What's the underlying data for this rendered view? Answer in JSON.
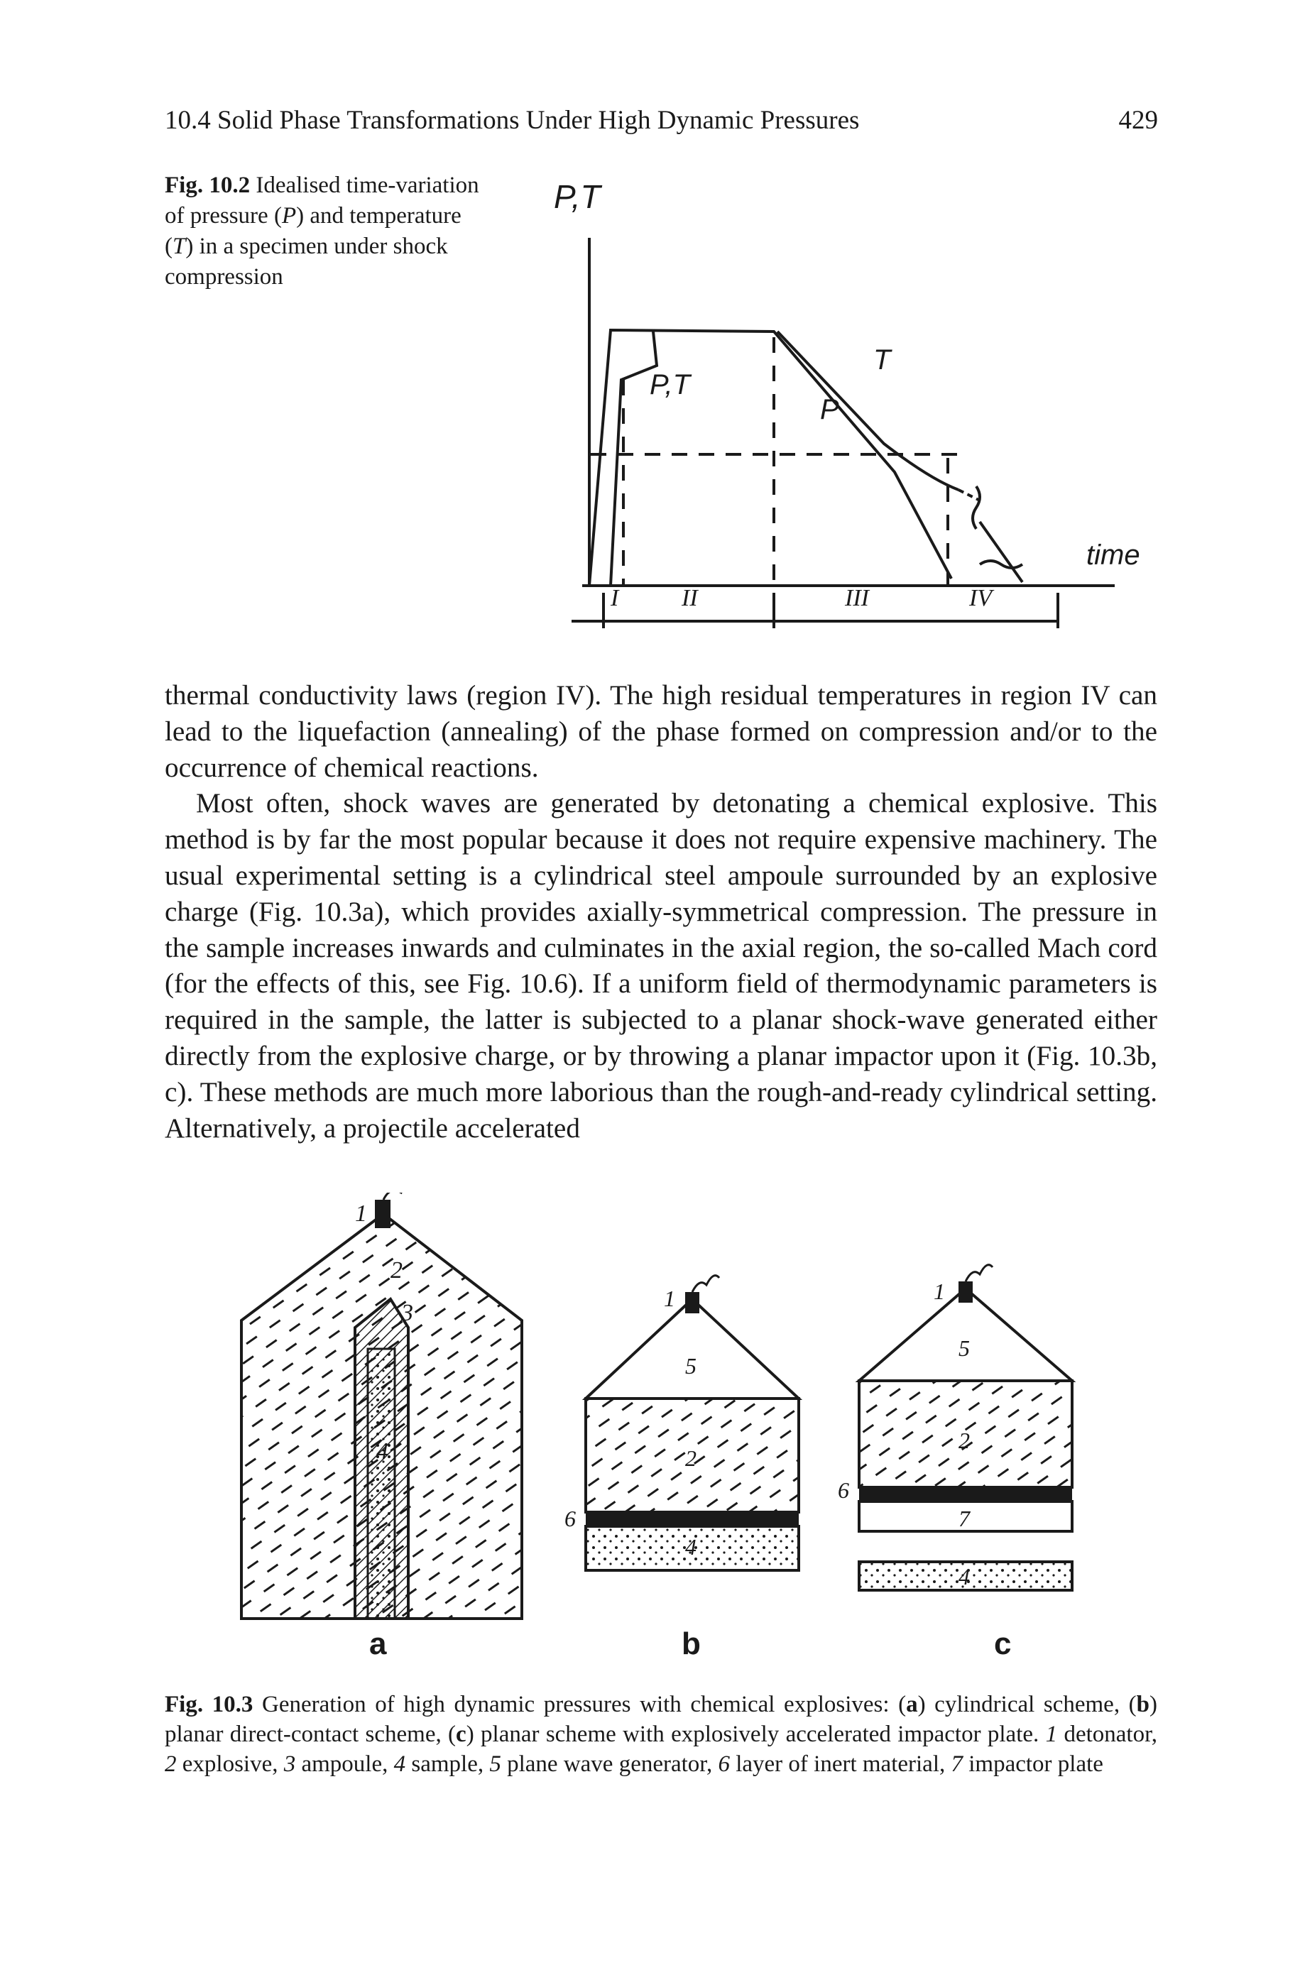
{
  "header": {
    "running_title": "10.4 Solid Phase Transformations Under High Dynamic Pressures",
    "page_number": "429"
  },
  "figure_10_2": {
    "label": "Fig. 10.2",
    "caption_parts": [
      "Idealised time-variation of pressure (",
      "P",
      ") and temperature (",
      "T",
      ") in a specimen under shock compression"
    ],
    "axis_y_label": "P,T",
    "axis_x_label": "time",
    "curve_labels": {
      "pt": "P,T",
      "p": "P",
      "t": "T"
    },
    "region_labels": [
      "I",
      "II",
      "III",
      "IV"
    ]
  },
  "body": {
    "paragraph_1": "thermal conductivity laws (region IV). The high residual temperatures in region IV can lead to the liquefaction (annealing) of the phase formed on compression and/or to the occurrence of chemical reactions.",
    "paragraph_2": "Most often, shock waves are generated by detonating a chemical explosive. This method is by far the most popular because it does not require expensive machinery. The usual experimental setting is a cylindrical steel ampoule surrounded by an explosive charge (Fig. 10.3a), which provides axially-symmetrical compression. The pressure in the sample increases inwards and culminates in the axial region, the so-called Mach cord (for the effects of this, see Fig. 10.6). If a uniform field of thermodynamic parameters is required in the sample, the latter is subjected to a planar shock-wave generated either directly from the explosive charge, or by throwing a planar impactor upon it (Fig. 10.3b, c). These methods are much more laborious than the rough-and-ready cylindrical setting. Alternatively, a projectile accelerated"
  },
  "figure_10_3": {
    "panel_letters": [
      "a",
      "b",
      "c"
    ],
    "panel_a_numbers": [
      "1",
      "2",
      "3",
      "4"
    ],
    "panel_b_numbers": [
      "1",
      "5",
      "2",
      "6",
      "4"
    ],
    "panel_c_numbers": [
      "1",
      "5",
      "2",
      "6",
      "7",
      "4"
    ],
    "caption": {
      "label": "Fig. 10.3",
      "lead": " Generation of high dynamic pressures with chemical explosives: (",
      "a": "a",
      "a_text": ") cylindrical scheme, (",
      "b": "b",
      "b_text": ") planar direct-contact scheme, (",
      "c": "c",
      "c_text": ") planar scheme with explosively accelerated impactor plate. ",
      "legend": [
        {
          "num": "1",
          "text": " detonator, "
        },
        {
          "num": "2",
          "text": " explosive, "
        },
        {
          "num": "3",
          "text": " ampoule, "
        },
        {
          "num": "4",
          "text": " sample, "
        },
        {
          "num": "5",
          "text": " plane wave generator, "
        },
        {
          "num": "6",
          "text": " layer of inert material, "
        },
        {
          "num": "7",
          "text": " impactor plate"
        }
      ]
    }
  }
}
